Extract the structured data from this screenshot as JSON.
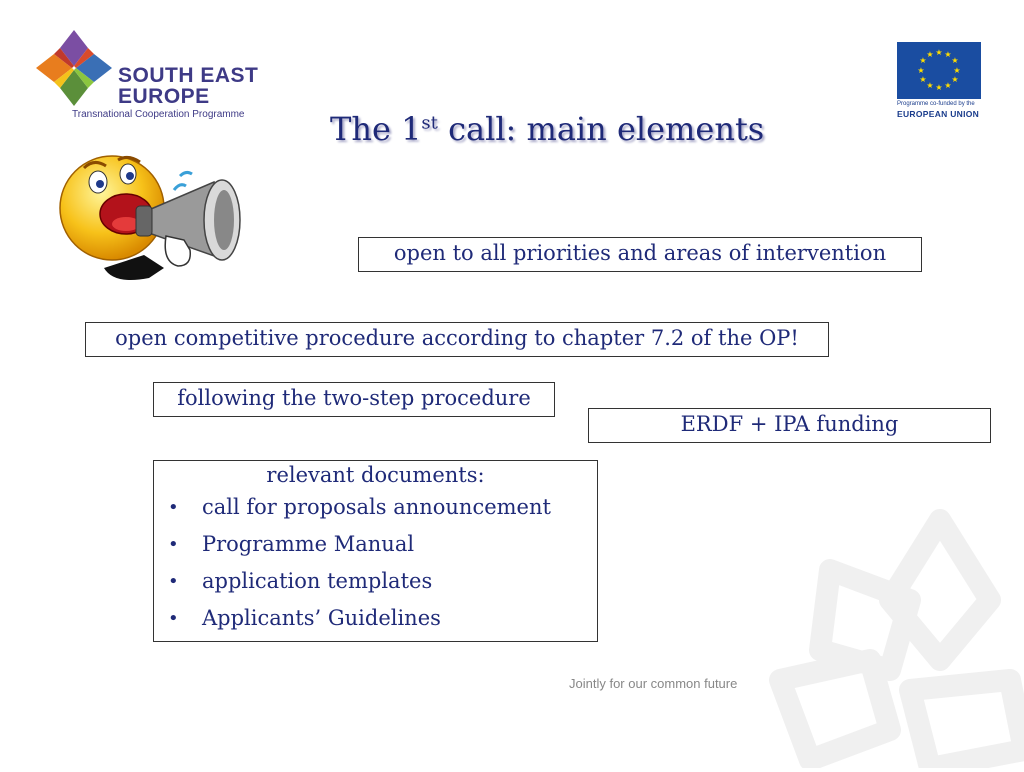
{
  "header": {
    "logo": {
      "line1": "SOUTH EAST",
      "line2": "EUROPE",
      "subtitle": "Transnational Cooperation Programme"
    },
    "eu": {
      "line1": "Programme co-funded by the",
      "line2": "EUROPEAN UNION"
    }
  },
  "slide": {
    "title_main": "The 1",
    "title_sup": "st",
    "title_rest": " call: main elements",
    "box_priorities": "open to all priorities and areas of intervention",
    "box_procedure": "open competitive procedure according to chapter 7.2 of the OP!",
    "box_two_step": "following the two-step procedure",
    "box_funding": "ERDF + IPA funding",
    "documents": {
      "heading": "relevant documents:",
      "items": [
        "call for proposals announcement",
        "Programme Manual",
        "application templates",
        "Applicants’ Guidelines"
      ]
    }
  },
  "footer": {
    "tagline": "Jointly for our common future"
  },
  "colors": {
    "title": "#1f2a78",
    "logo_text": "#3e3a86",
    "eu_blue": "#1a4da1",
    "eu_star": "#ffdd00"
  }
}
